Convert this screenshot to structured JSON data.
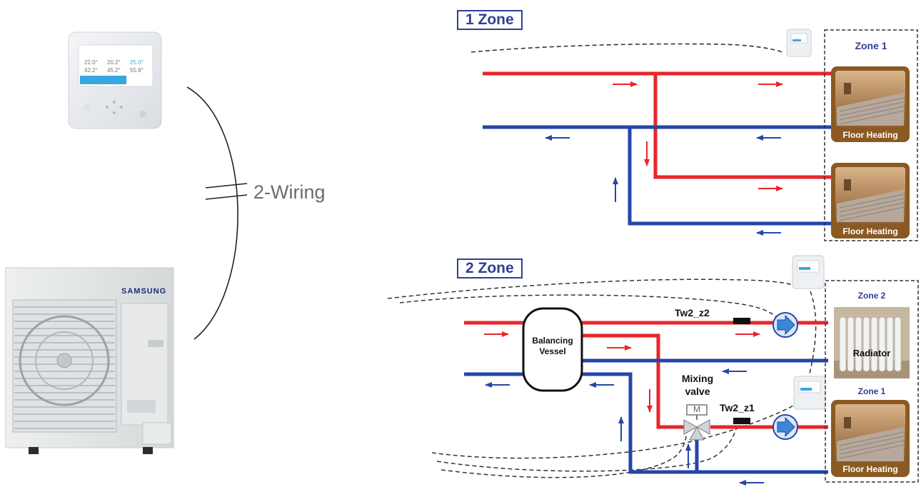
{
  "wiring_label": "2-Wiring",
  "outdoor_unit_brand": "SAMSUNG",
  "zone1_section": {
    "title": "1 Zone",
    "box_title": "Zone 1",
    "emitters": [
      "Floor Heating",
      "Floor Heating"
    ]
  },
  "zone2_section": {
    "title": "2 Zone",
    "zone2_box_title": "Zone 2",
    "zone1_box_title": "Zone 1",
    "radiator_label": "Radiator",
    "floor_label": "Floor Heating",
    "balancing_vessel": "Balancing Vessel",
    "mixing_valve": "Mixing valve",
    "mixing_valve_motor": "M",
    "sensor_z2": "Tw2_z2",
    "sensor_z1": "Tw2_z1"
  },
  "controller_screen": {
    "values": [
      "22.0°",
      "20.2°",
      "25.0°",
      "42.2°",
      "45.2°",
      "55.8°"
    ]
  },
  "colors": {
    "supply": "#e8262b",
    "return": "#2446a8",
    "title": "#2f3f96",
    "frame": "#8a5a22"
  }
}
